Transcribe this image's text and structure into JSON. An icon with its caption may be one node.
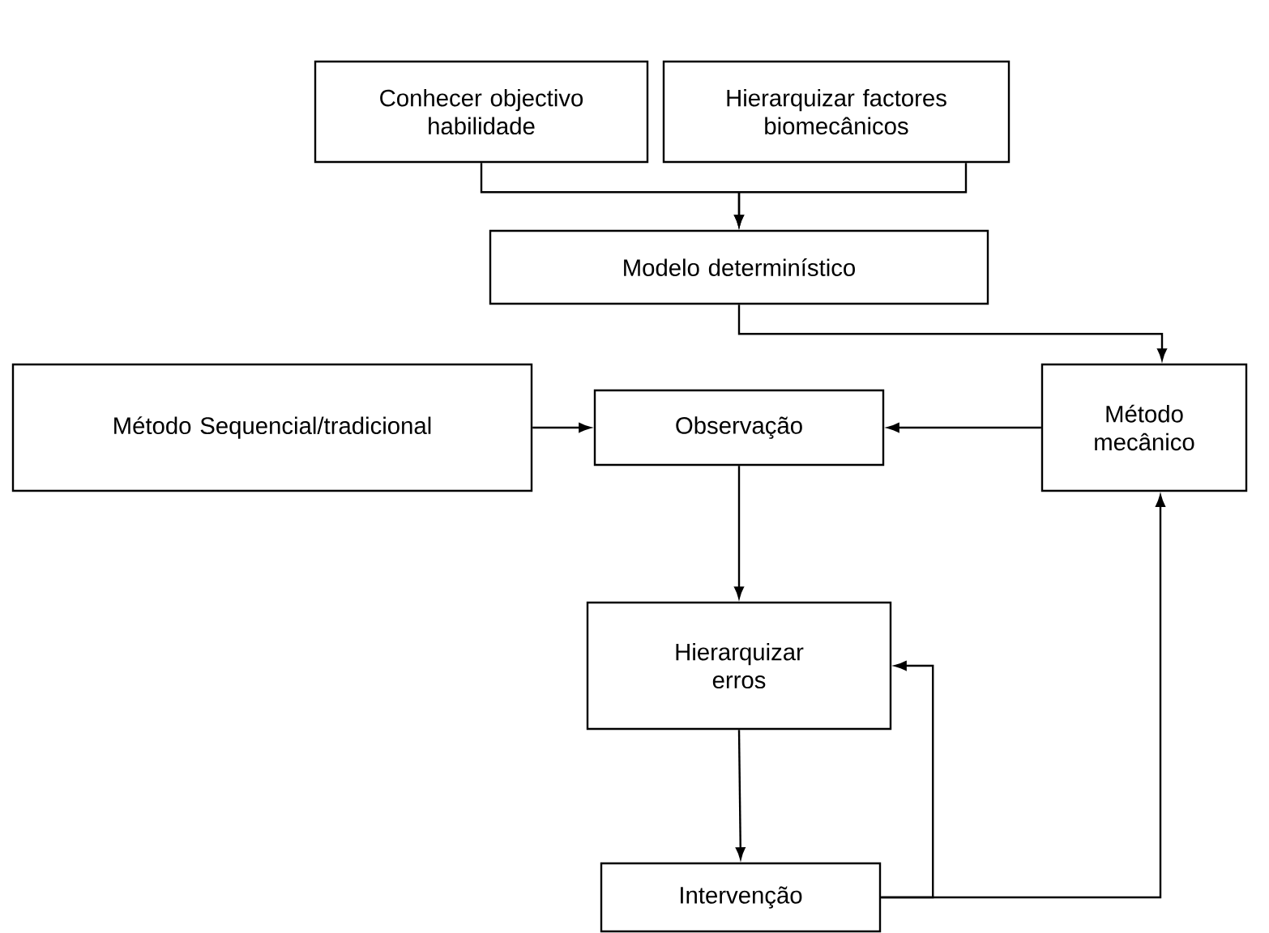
{
  "diagram": {
    "nodes": [
      {
        "text": [
          "Conhecer objectivo habilidade"
        ]
      },
      {
        "text": [
          "Hierarquizar factores biomecânicos"
        ]
      },
      {
        "text": [
          "Modelo determinístico"
        ]
      },
      {
        "text": [
          "Método Sequencial/tradicional"
        ]
      },
      {
        "text": [
          "Observação"
        ]
      },
      {
        "text": [
          "Método mecânico"
        ]
      },
      {
        "text": [
          "Hierarquizar erros"
        ]
      },
      {
        "text": [
          "Intervenção"
        ]
      }
    ],
    "edges": [
      {
        "from": 0,
        "to": 2,
        "arrow": "to"
      },
      {
        "from": 1,
        "to": 2,
        "arrow": "to"
      },
      {
        "from": 2,
        "to": 5,
        "arrow": "to"
      },
      {
        "from": 3,
        "to": 4,
        "arrow": "to"
      },
      {
        "from": 5,
        "to": 4,
        "arrow": "to"
      },
      {
        "from": 4,
        "to": 6,
        "arrow": "to"
      },
      {
        "from": 6,
        "to": 7,
        "arrow": "to"
      },
      {
        "from": 7,
        "to": 6,
        "arrow": "to"
      },
      {
        "from": 7,
        "to": 5,
        "arrow": "to"
      }
    ]
  }
}
